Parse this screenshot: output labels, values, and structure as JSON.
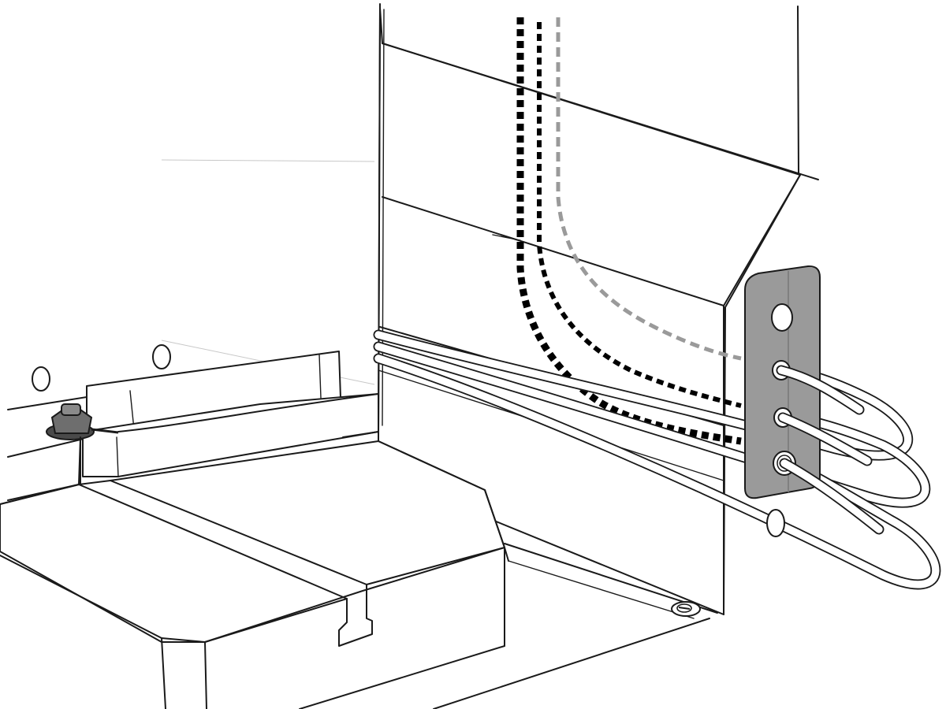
{
  "diagram": {
    "style": "monochrome technical line illustration",
    "colors": {
      "outline": "#1a1a1a",
      "plate": "#9a9a9a",
      "wire_black": "#000000",
      "wire_gray": "#9a9a9a",
      "nut": "#6e6e6e"
    },
    "components": [
      {
        "id": "cabinet-housing",
        "label": ""
      },
      {
        "id": "grommet-plate",
        "label": "",
        "holes": 4
      },
      {
        "id": "wire-path-heavy",
        "label": "",
        "style": "dashed",
        "color": "#000000"
      },
      {
        "id": "wire-path-medium",
        "label": "",
        "style": "dashed",
        "color": "#000000"
      },
      {
        "id": "wire-path-light",
        "label": "",
        "style": "dashed",
        "color": "#9a9a9a"
      },
      {
        "id": "tube-loops",
        "label": "",
        "count": 3
      },
      {
        "id": "ground-nut",
        "label": ""
      },
      {
        "id": "base-tray",
        "label": ""
      }
    ]
  }
}
